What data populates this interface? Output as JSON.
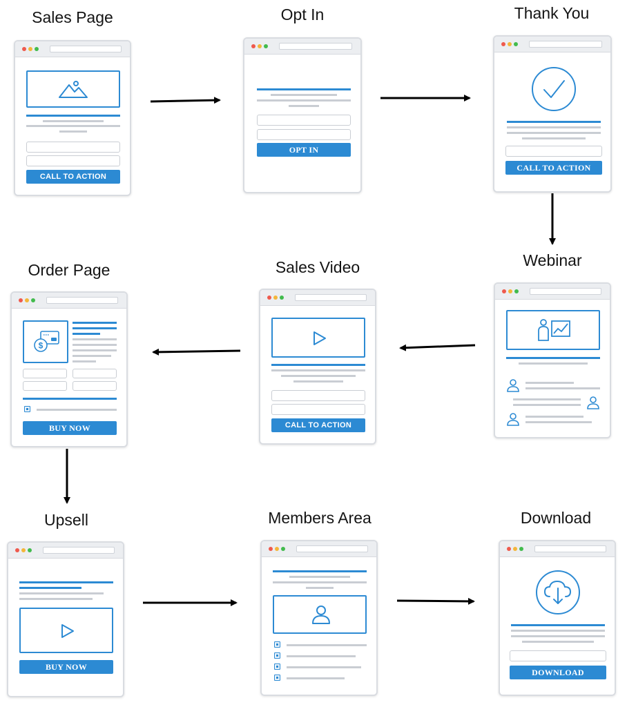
{
  "colors": {
    "accent": "#2c8ad3",
    "line": "#c9cdd3",
    "arrow": "#000000"
  },
  "steps": [
    {
      "title": "Sales Page",
      "button": "CALL TO ACTION",
      "icon": "image-icon"
    },
    {
      "title": "Opt In",
      "button": "OPT IN",
      "icon": ""
    },
    {
      "title": "Thank You",
      "button": "CALL TO ACTION",
      "icon": "checkmark-circle-icon"
    },
    {
      "title": "Webinar",
      "button": "",
      "icon": "presenter-chart-icon"
    },
    {
      "title": "Sales Video",
      "button": "CALL TO ACTION",
      "icon": "play-icon"
    },
    {
      "title": "Order Page",
      "button": "BUY NOW",
      "icon": "credit-card-dollar-icon"
    },
    {
      "title": "Upsell",
      "button": "BUY NOW",
      "icon": "play-icon"
    },
    {
      "title": "Members Area",
      "button": "",
      "icon": "user-icon"
    },
    {
      "title": "Download",
      "button": "DOWNLOAD",
      "icon": "cloud-download-icon"
    }
  ]
}
